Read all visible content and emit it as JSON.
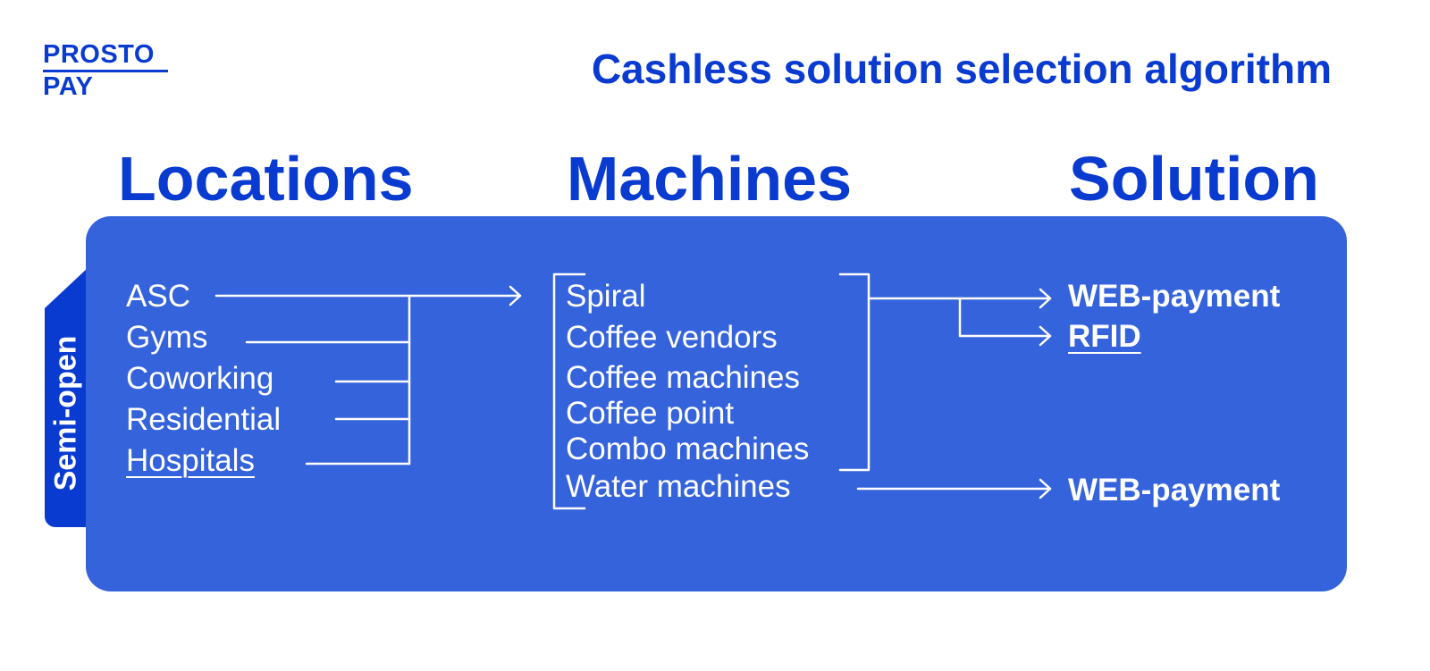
{
  "logo": {
    "line1": "PROSTO",
    "line2": "PAY"
  },
  "title": "Cashless solution selection algorithm",
  "columns": {
    "locations": "Locations",
    "machines": "Machines",
    "solution": "Solution"
  },
  "side_tab": "Semi-open",
  "locations": [
    "ASC",
    "Gyms",
    "Coworking",
    "Residential",
    "Hospitals"
  ],
  "machines": [
    "Spiral",
    "Coffee vendors",
    "Coffee machines",
    "Coffee point",
    "Combo machines",
    "Water machines"
  ],
  "solutions": [
    "WEB-payment",
    "RFID",
    "WEB-payment"
  ],
  "colors": {
    "brand_blue": "#0a3bd0",
    "panel_blue": "#3563db",
    "text": "#ffffff"
  }
}
